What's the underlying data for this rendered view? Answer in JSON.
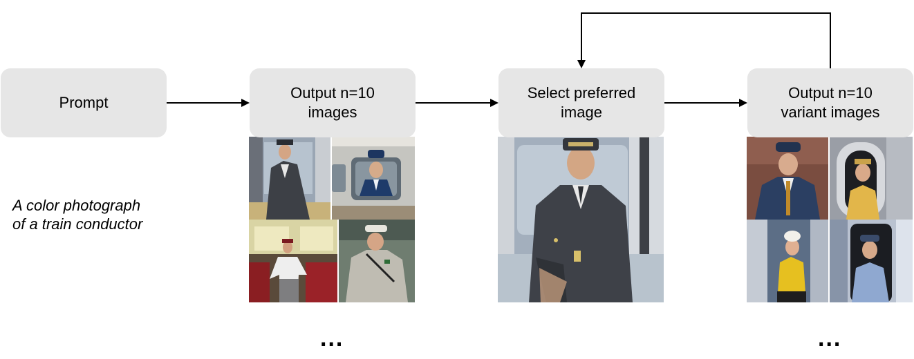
{
  "nodes": {
    "prompt": {
      "label": "Prompt"
    },
    "output": {
      "line1": "Output n=10",
      "line2": "images"
    },
    "select": {
      "line1": "Select preferred",
      "line2": "image"
    },
    "variants": {
      "line1": "Output n=10",
      "line2": "variant images"
    }
  },
  "prompt_example": {
    "line1": "A color photograph",
    "line2": "of a train conductor"
  },
  "ellipsis": "...",
  "colors": {
    "box": "#e6e6e6",
    "arrow": "#000000"
  }
}
